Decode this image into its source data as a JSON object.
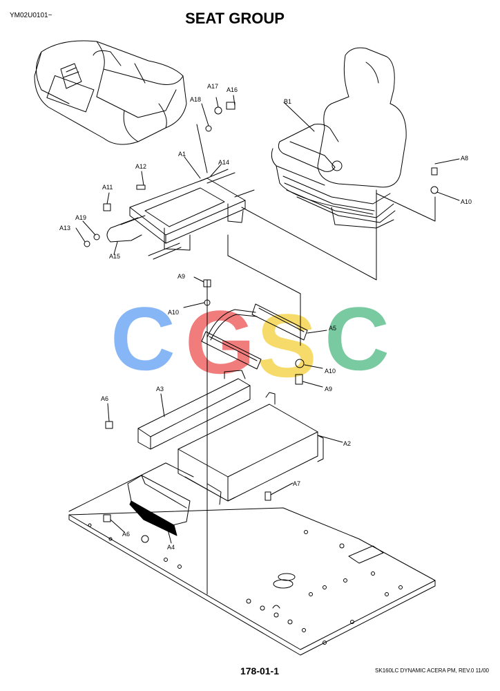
{
  "header": {
    "code": "YM02U0101~",
    "title": "SEAT GROUP"
  },
  "footer": {
    "page": "178-01-1",
    "model": "SK160LC DYNAMIC ACERA PM,  REV.0 11/00"
  },
  "watermark": {
    "letters": [
      "C",
      "G",
      "S",
      "C"
    ],
    "colors": [
      "#7aaef5",
      "#f06e6e",
      "#f5d75a",
      "#6cc497"
    ]
  },
  "parts": {
    "A1": "A1",
    "A2": "A2",
    "A3": "A3",
    "A4": "A4",
    "A5": "A5",
    "A6": "A6",
    "A7": "A7",
    "A8": "A8",
    "A9": "A9",
    "A10": "A10",
    "A11": "A11",
    "A12": "A12",
    "A13": "A13",
    "A14": "A14",
    "A15": "A15",
    "A16": "A16",
    "A17": "A17",
    "A18": "A18",
    "A19": "A19",
    "B1": "B1"
  }
}
